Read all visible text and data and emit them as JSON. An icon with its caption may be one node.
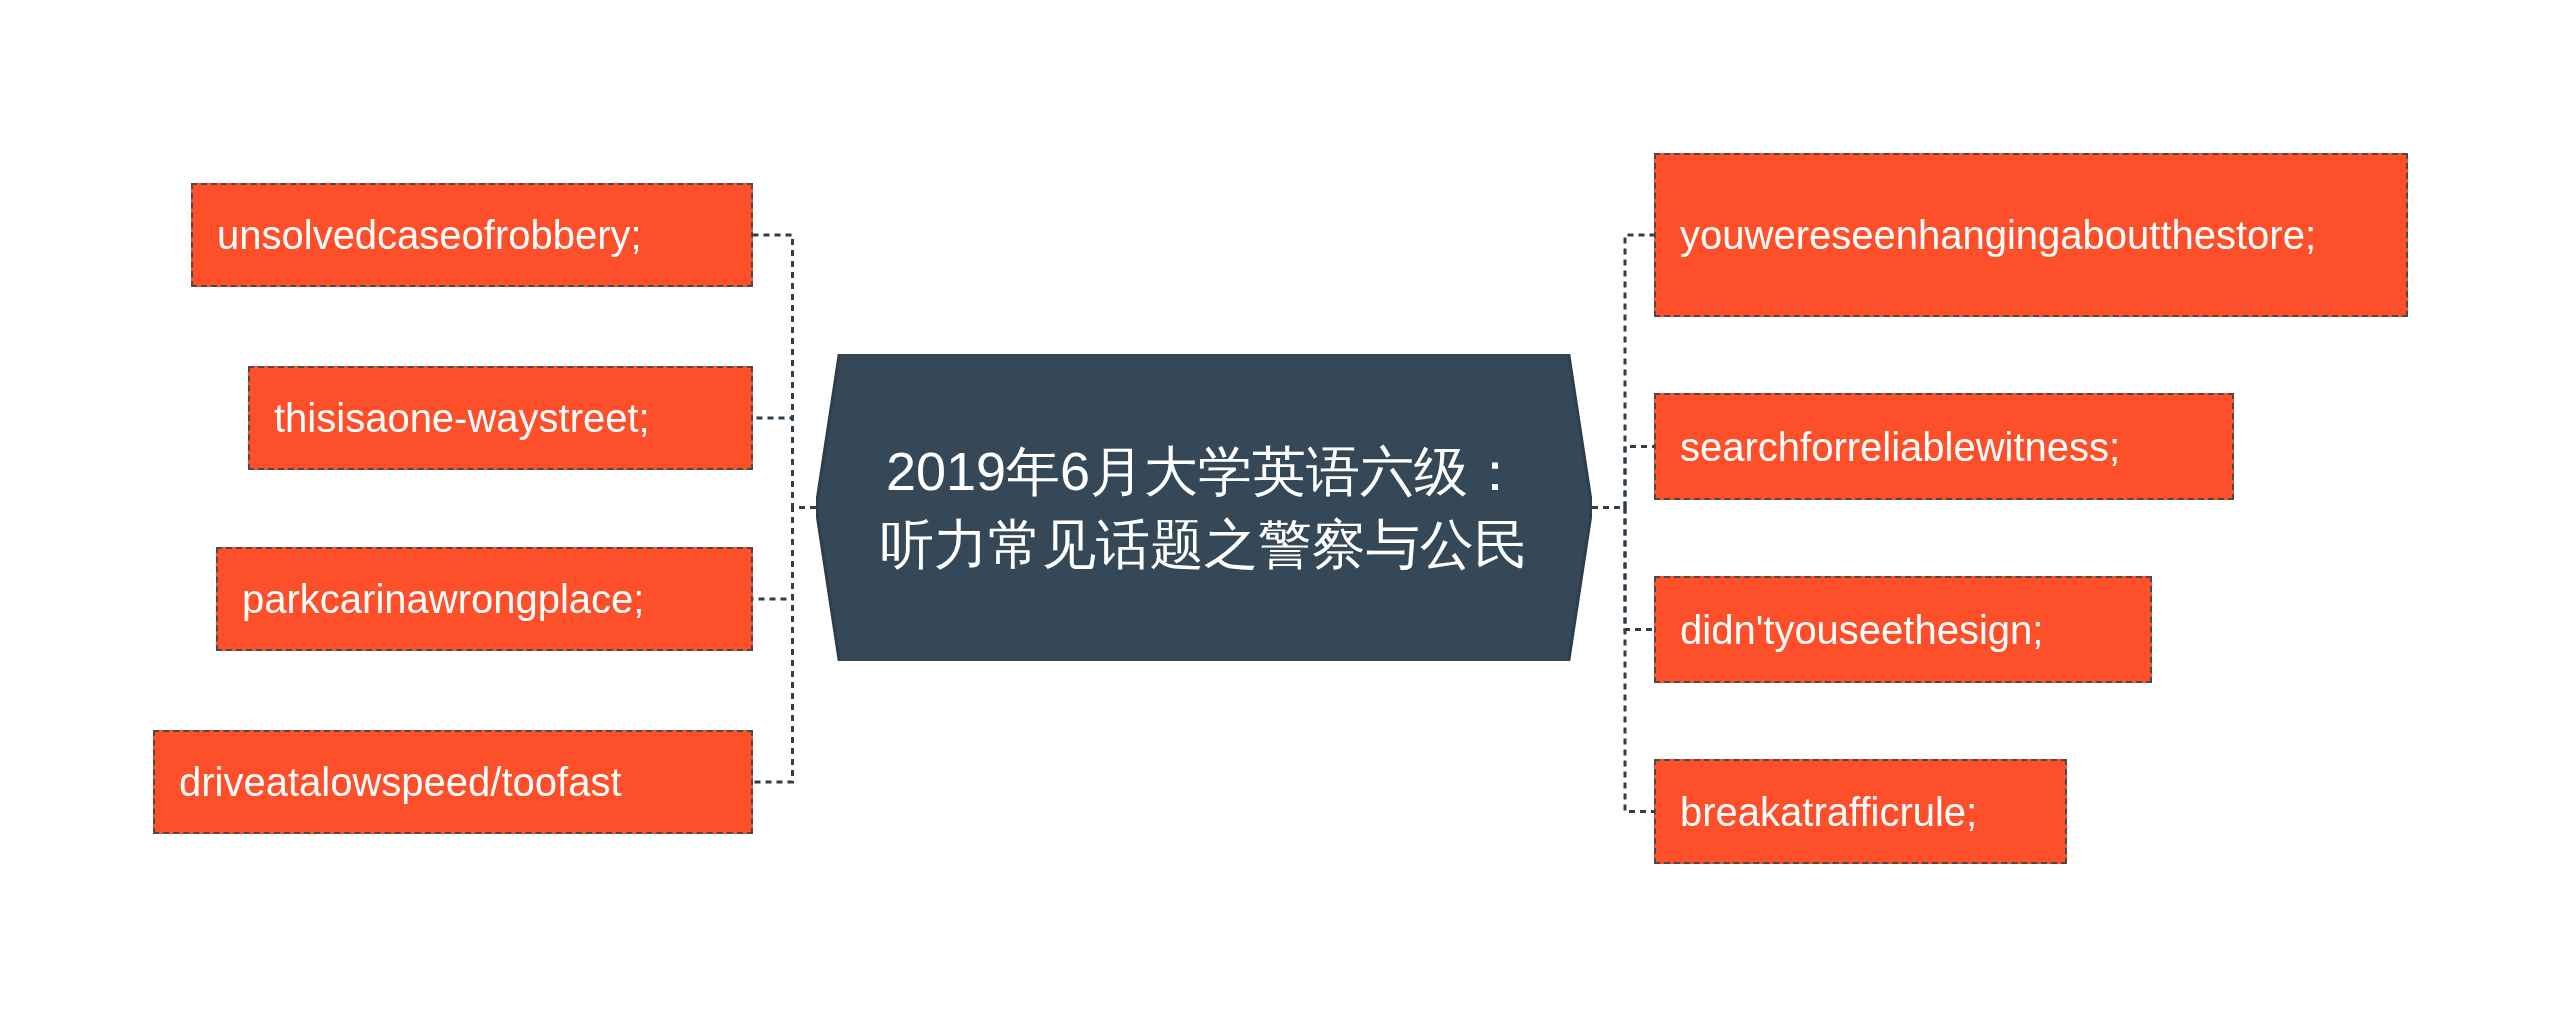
{
  "diagram": {
    "nodes": [
      {
        "text": [
          "2019年6月大学英语六级：听力常见话题之警察与公民"
        ]
      },
      {
        "text": [
          "unsolvedcaseofrobbery;"
        ]
      },
      {
        "text": [
          "thisisaone-waystreet;"
        ]
      },
      {
        "text": [
          "parkcarinawrongplace;"
        ]
      },
      {
        "text": [
          "driveatalowspeed/toofast"
        ]
      },
      {
        "text": [
          "youwereseenhangingaboutthestore;"
        ]
      },
      {
        "text": [
          "searchforreliablewitness;"
        ]
      },
      {
        "text": [
          "didn'tyouseethesign;"
        ]
      },
      {
        "text": [
          "breakatrafficrule;"
        ]
      }
    ],
    "edges": [
      {
        "from": 0,
        "to": 1,
        "arrow": "none"
      },
      {
        "from": 0,
        "to": 2,
        "arrow": "none"
      },
      {
        "from": 0,
        "to": 3,
        "arrow": "none"
      },
      {
        "from": 0,
        "to": 4,
        "arrow": "none"
      },
      {
        "from": 0,
        "to": 5,
        "arrow": "none"
      },
      {
        "from": 0,
        "to": 6,
        "arrow": "none"
      },
      {
        "from": 0,
        "to": 7,
        "arrow": "none"
      },
      {
        "from": 0,
        "to": 8,
        "arrow": "none"
      }
    ]
  }
}
